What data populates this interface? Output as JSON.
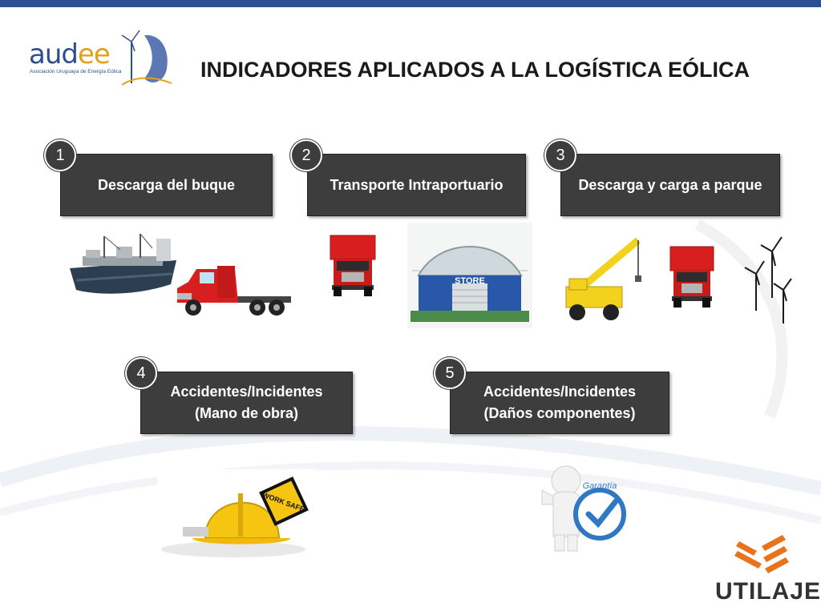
{
  "header": {
    "title": "INDICADORES APLICADOS A LA LOGÍSTICA EÓLICA",
    "logo_left": {
      "name_main": "aud",
      "name_accent": "ee",
      "subtitle": "Asociación Uruguaya de Energía Eólica"
    },
    "logo_right": {
      "name": "UTILAJE"
    }
  },
  "steps": [
    {
      "number": "1",
      "label": "Descarga del buque"
    },
    {
      "number": "2",
      "label": "Transporte Intraportuario"
    },
    {
      "number": "3",
      "label": "Descarga y carga a parque"
    },
    {
      "number": "4",
      "label_line1": "Accidentes/Incidentes",
      "label_line2": "(Mano de obra)"
    },
    {
      "number": "5",
      "label_line1": "Accidentes/Incidentes",
      "label_line2": "(Daños componentes)"
    }
  ],
  "illustrations": {
    "store_sign": "STORE",
    "helmet_sign": "WORK SAFE",
    "guarantee_sign": "Garantía"
  },
  "colors": {
    "top_bar": "#2e4f8f",
    "box": "#3d3d3d",
    "logo_accent": "#e0a21c",
    "utilaje_orange": "#e8731c",
    "truck_red": "#d81f1f"
  }
}
